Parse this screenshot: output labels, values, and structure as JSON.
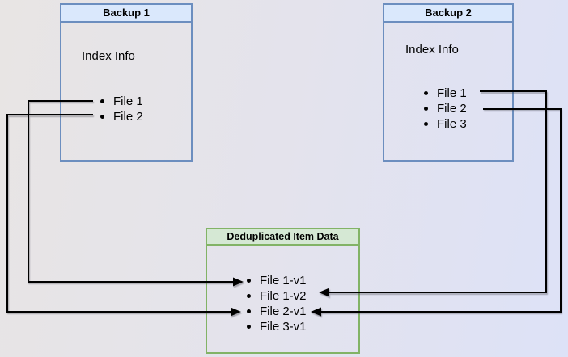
{
  "diagram": {
    "backup1": {
      "title": "Backup 1",
      "body_label": "Index Info",
      "files": [
        "File 1",
        "File 2"
      ]
    },
    "backup2": {
      "title": "Backup 2",
      "body_label": "Index Info",
      "files": [
        "File 1",
        "File 2",
        "File 3"
      ]
    },
    "dedup": {
      "title": "Deduplicated Item Data",
      "items": [
        "File 1-v1",
        "File 1-v2",
        "File 2-v1",
        "File 3-v1"
      ]
    },
    "connections": [
      {
        "from": "Backup 1 / File 1",
        "to": "Deduplicated Item Data / File 1-v1"
      },
      {
        "from": "Backup 1 / File 2",
        "to": "Deduplicated Item Data / File 2-v1"
      },
      {
        "from": "Backup 2 / File 1",
        "to": "Deduplicated Item Data / File 1-v2"
      },
      {
        "from": "Backup 2 / File 2",
        "to": "Deduplicated Item Data / File 2-v1"
      }
    ],
    "colors": {
      "backup_border": "#6c8ebf",
      "backup_header_fill": "#dae8fc",
      "dedup_border": "#82b366",
      "dedup_header_fill": "#d5e8d4",
      "connector_line": "#000000",
      "text": "#000000"
    }
  }
}
